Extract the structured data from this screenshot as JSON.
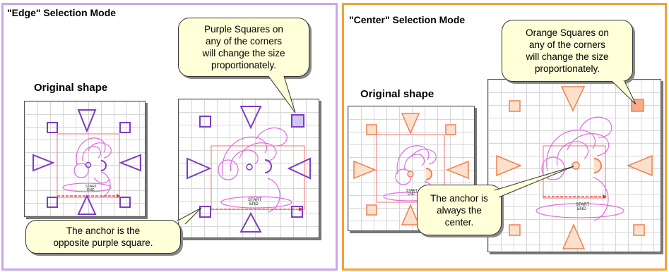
{
  "colors": {
    "left_panel_border": "#c9a7e6",
    "right_panel_border": "#f0a23a",
    "purple_handle": "#7c3cc8",
    "orange_handle": "#ef8050",
    "design_stroke": "#e06be0",
    "bbox_stroke": "#f07070",
    "callout_fill": "#ffffd8"
  },
  "left": {
    "title": "\"Edge\" Selection Mode",
    "original_label": "Original shape",
    "callout_top": [
      "Purple Squares on",
      "any of the corners",
      "will change the size",
      "proportionately."
    ],
    "callout_bottom": [
      "The anchor is the",
      "opposite purple square."
    ]
  },
  "right": {
    "title": "\"Center\" Selection Mode",
    "original_label": "Original shape",
    "callout_top": [
      "Orange Squares on",
      "any of the corners",
      "will change the size",
      "proportionately."
    ],
    "callout_bottom": [
      "The anchor is",
      "always the",
      "center."
    ]
  },
  "design_text": {
    "start": "START",
    "end": "END"
  }
}
